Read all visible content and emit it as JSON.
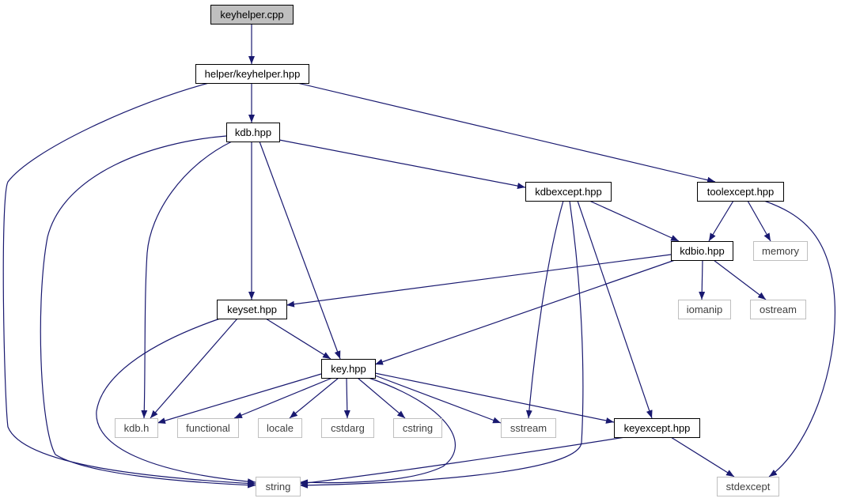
{
  "colors": {
    "edge": "#191970",
    "root_fill": "#bfbfbf",
    "node_border": "#000000",
    "external_border": "#bfbfbf",
    "background": "#ffffff"
  },
  "nodes": [
    {
      "id": "keyhelper_cpp",
      "label": "keyhelper.cpp",
      "kind": "root"
    },
    {
      "id": "helper_keyhelper_hpp",
      "label": "helper/keyhelper.hpp",
      "kind": "header"
    },
    {
      "id": "kdb_hpp",
      "label": "kdb.hpp",
      "kind": "header"
    },
    {
      "id": "kdbexcept_hpp",
      "label": "kdbexcept.hpp",
      "kind": "header"
    },
    {
      "id": "toolexcept_hpp",
      "label": "toolexcept.hpp",
      "kind": "header"
    },
    {
      "id": "kdbio_hpp",
      "label": "kdbio.hpp",
      "kind": "header"
    },
    {
      "id": "memory",
      "label": "memory",
      "kind": "external"
    },
    {
      "id": "keyset_hpp",
      "label": "keyset.hpp",
      "kind": "header"
    },
    {
      "id": "iomanip",
      "label": "iomanip",
      "kind": "external"
    },
    {
      "id": "ostream",
      "label": "ostream",
      "kind": "external"
    },
    {
      "id": "key_hpp",
      "label": "key.hpp",
      "kind": "header"
    },
    {
      "id": "kdb_h",
      "label": "kdb.h",
      "kind": "external"
    },
    {
      "id": "functional",
      "label": "functional",
      "kind": "external"
    },
    {
      "id": "locale",
      "label": "locale",
      "kind": "external"
    },
    {
      "id": "cstdarg",
      "label": "cstdarg",
      "kind": "external"
    },
    {
      "id": "cstring",
      "label": "cstring",
      "kind": "external"
    },
    {
      "id": "sstream",
      "label": "sstream",
      "kind": "external"
    },
    {
      "id": "keyexcept_hpp",
      "label": "keyexcept.hpp",
      "kind": "header"
    },
    {
      "id": "string",
      "label": "string",
      "kind": "external"
    },
    {
      "id": "stdexcept",
      "label": "stdexcept",
      "kind": "external"
    }
  ],
  "edges": [
    {
      "from": "keyhelper_cpp",
      "to": "helper_keyhelper_hpp"
    },
    {
      "from": "helper_keyhelper_hpp",
      "to": "kdb_hpp"
    },
    {
      "from": "helper_keyhelper_hpp",
      "to": "toolexcept_hpp"
    },
    {
      "from": "helper_keyhelper_hpp",
      "to": "string"
    },
    {
      "from": "kdb_hpp",
      "to": "kdbexcept_hpp"
    },
    {
      "from": "kdb_hpp",
      "to": "keyset_hpp"
    },
    {
      "from": "kdb_hpp",
      "to": "key_hpp"
    },
    {
      "from": "kdb_hpp",
      "to": "kdb_h"
    },
    {
      "from": "kdb_hpp",
      "to": "string"
    },
    {
      "from": "kdbexcept_hpp",
      "to": "kdbio_hpp"
    },
    {
      "from": "kdbexcept_hpp",
      "to": "sstream"
    },
    {
      "from": "kdbexcept_hpp",
      "to": "keyexcept_hpp"
    },
    {
      "from": "kdbexcept_hpp",
      "to": "string"
    },
    {
      "from": "toolexcept_hpp",
      "to": "kdbio_hpp"
    },
    {
      "from": "toolexcept_hpp",
      "to": "memory"
    },
    {
      "from": "toolexcept_hpp",
      "to": "stdexcept"
    },
    {
      "from": "kdbio_hpp",
      "to": "keyset_hpp"
    },
    {
      "from": "kdbio_hpp",
      "to": "iomanip"
    },
    {
      "from": "kdbio_hpp",
      "to": "ostream"
    },
    {
      "from": "kdbio_hpp",
      "to": "key_hpp"
    },
    {
      "from": "keyset_hpp",
      "to": "key_hpp"
    },
    {
      "from": "keyset_hpp",
      "to": "kdb_h"
    },
    {
      "from": "keyset_hpp",
      "to": "string"
    },
    {
      "from": "key_hpp",
      "to": "kdb_h"
    },
    {
      "from": "key_hpp",
      "to": "functional"
    },
    {
      "from": "key_hpp",
      "to": "locale"
    },
    {
      "from": "key_hpp",
      "to": "cstdarg"
    },
    {
      "from": "key_hpp",
      "to": "cstring"
    },
    {
      "from": "key_hpp",
      "to": "sstream"
    },
    {
      "from": "key_hpp",
      "to": "keyexcept_hpp"
    },
    {
      "from": "key_hpp",
      "to": "string"
    },
    {
      "from": "keyexcept_hpp",
      "to": "string"
    },
    {
      "from": "keyexcept_hpp",
      "to": "stdexcept"
    }
  ]
}
